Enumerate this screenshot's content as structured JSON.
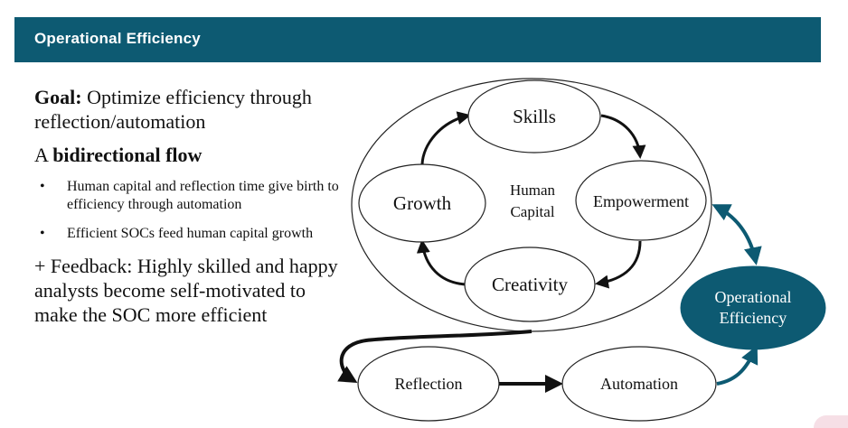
{
  "header": {
    "title": "Operational Efficiency"
  },
  "left": {
    "goal_label": "Goal:",
    "goal_text": " Optimize efficiency through reflection/automation",
    "bidir_prefix": "A ",
    "bidir_bold": "bidirectional flow",
    "bullets": [
      "Human capital and reflection time give birth to efficiency through automation",
      "Efficient SOCs feed human capital growth"
    ],
    "feedback": "+ Feedback: Highly skilled and happy analysts become self-motivated to make the SOC more efficient"
  },
  "diagram": {
    "center_label_line1": "Human",
    "center_label_line2": "Capital",
    "nodes": {
      "skills": "Skills",
      "empowerment": "Empowerment",
      "creativity": "Creativity",
      "growth": "Growth",
      "reflection": "Reflection",
      "automation": "Automation",
      "operational_line1": "Operational",
      "operational_line2": "Efficiency"
    },
    "colors": {
      "accent": "#0d5a72",
      "line": "#111111",
      "node_fill": "#ffffff"
    }
  }
}
